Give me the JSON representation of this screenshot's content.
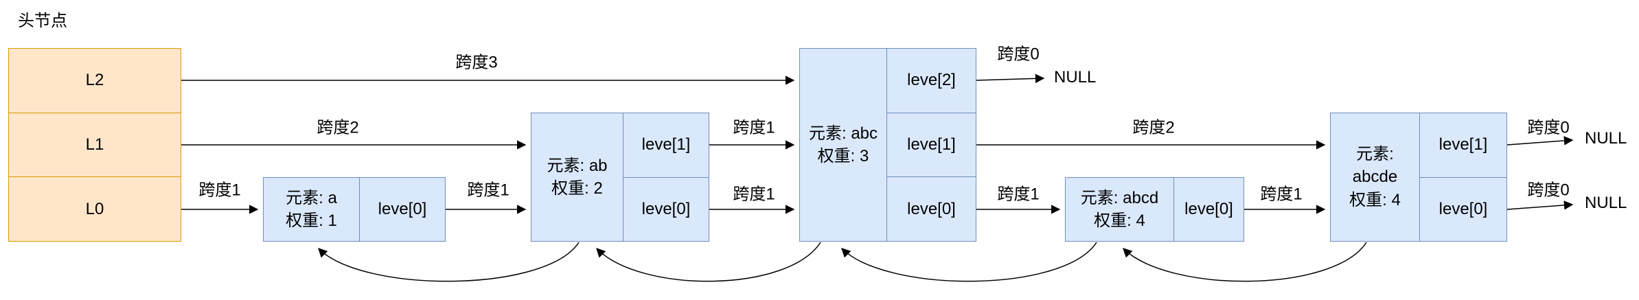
{
  "title": "头节点",
  "colors": {
    "node_fill": "#dae8fc",
    "node_border": "#6c8ebf",
    "head_fill": "#ffe6c9",
    "head_border": "#d79b00",
    "line": "#000000"
  },
  "head": {
    "levels": [
      "L2",
      "L1",
      "L0"
    ]
  },
  "nodes": [
    {
      "element": "元素: a",
      "weight": "权重: 1",
      "levels": [
        "leve[0]"
      ]
    },
    {
      "element": "元素: ab",
      "weight": "权重: 2",
      "levels": [
        "leve[1]",
        "leve[0]"
      ]
    },
    {
      "element": "元素: abc",
      "weight": "权重: 3",
      "levels": [
        "leve[2]",
        "leve[1]",
        "leve[0]"
      ]
    },
    {
      "element": "元素: abcd",
      "weight": "权重: 4",
      "levels": [
        "leve[0]"
      ]
    },
    {
      "element": "元素:",
      "element_value": "abcde",
      "weight": "权重: 4",
      "levels": [
        "leve[1]",
        "leve[0]"
      ]
    }
  ],
  "span_labels": [
    "跨度3",
    "跨度0",
    "跨度2",
    "跨度1",
    "跨度2",
    "跨度0",
    "跨度1",
    "跨度1",
    "跨度1",
    "跨度1",
    "跨度1",
    "跨度0"
  ],
  "null_labels": [
    "NULL",
    "NULL",
    "NULL"
  ]
}
